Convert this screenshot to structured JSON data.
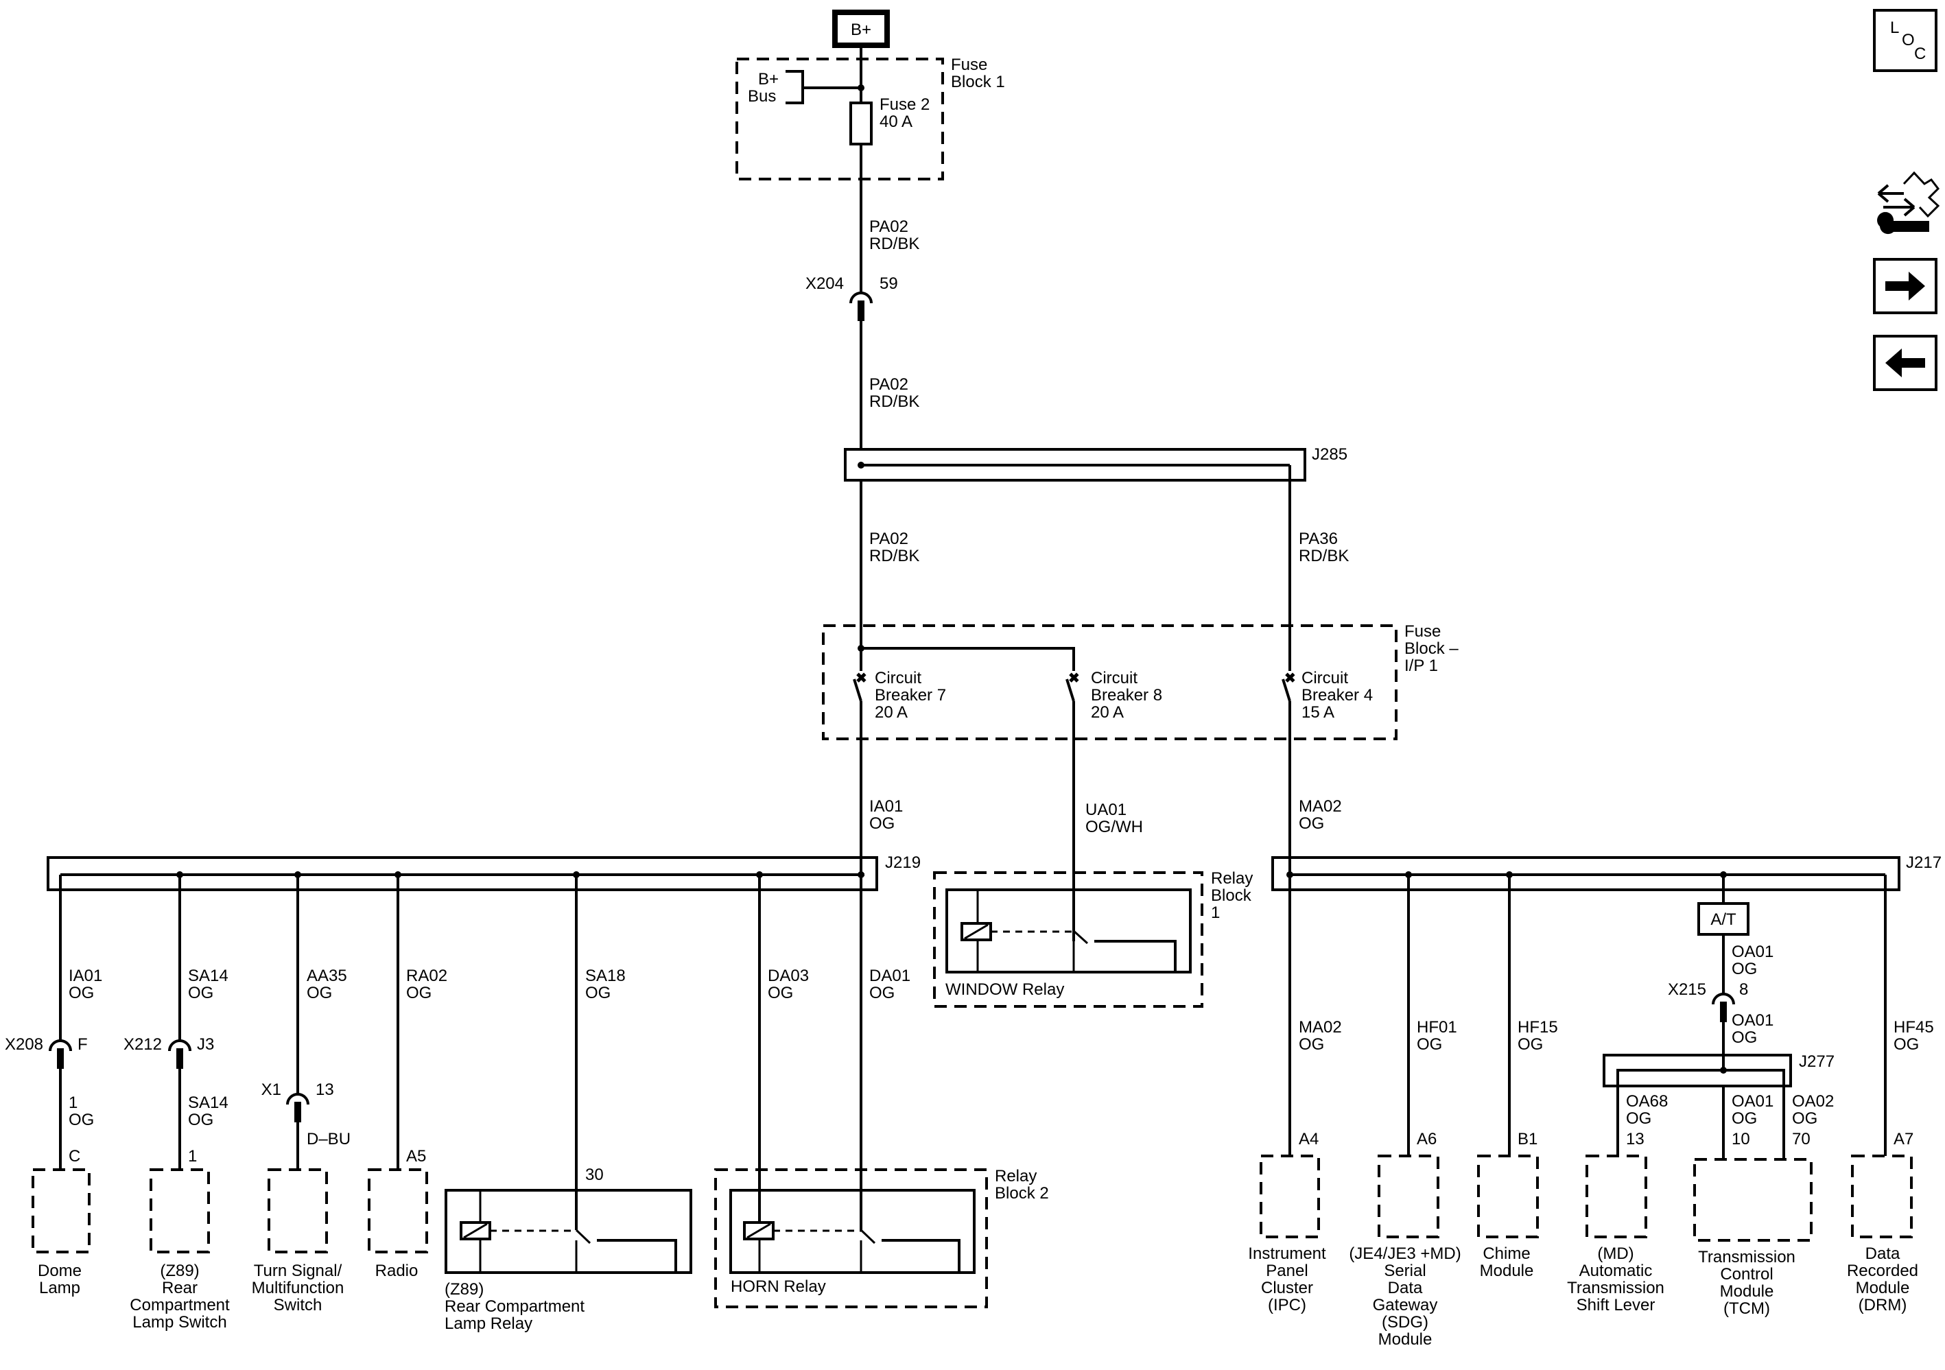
{
  "power": {
    "source": "B+",
    "bus_l1": "B+",
    "bus_l2": "Bus"
  },
  "fuse_block1": {
    "l1": "Fuse",
    "l2": "Block 1",
    "fuse_l1": "Fuse 2",
    "fuse_l2": "40 A"
  },
  "x204": {
    "name": "X204",
    "pin": "59"
  },
  "wire_pa02_a": {
    "id": "PA02",
    "color": "RD/BK"
  },
  "wire_pa02_b": {
    "id": "PA02",
    "color": "RD/BK"
  },
  "wire_pa02_c": {
    "id": "PA02",
    "color": "RD/BK"
  },
  "wire_pa36": {
    "id": "PA36",
    "color": "RD/BK"
  },
  "j285": "J285",
  "fuse_block_ip": {
    "l1": "Fuse",
    "l2": "Block –",
    "l3": "I/P 1"
  },
  "cb7": {
    "l1": "Circuit",
    "l2": "Breaker 7",
    "l3": "20 A"
  },
  "cb8": {
    "l1": "Circuit",
    "l2": "Breaker 8",
    "l3": "20 A"
  },
  "cb4": {
    "l1": "Circuit",
    "l2": "Breaker 4",
    "l3": "15 A"
  },
  "wire_ia01_top": {
    "id": "IA01",
    "color": "OG"
  },
  "wire_ua01": {
    "id": "UA01",
    "color": "OG/WH"
  },
  "wire_ma02_top": {
    "id": "MA02",
    "color": "OG"
  },
  "j219": "J219",
  "j217": "J217",
  "j277": "J277",
  "relay_block1": {
    "l1": "Relay",
    "l2": "Block",
    "l3": "1"
  },
  "window_relay": "WINDOW Relay",
  "relay_block2": {
    "l1": "Relay",
    "l2": "Block 2"
  },
  "horn_relay": "HORN Relay",
  "left_branches": {
    "dome": {
      "wire": "IA01",
      "color": "OG",
      "connector": "X208",
      "pin": "F",
      "wire2": "1",
      "color2": "OG",
      "term": "C",
      "name_l1": "Dome",
      "name_l2": "Lamp"
    },
    "rear_switch": {
      "wire": "SA14",
      "color": "OG",
      "connector": "X212",
      "pin": "J3",
      "wire2": "SA14",
      "color2": "OG",
      "term": "1",
      "name_l1": "(Z89)",
      "name_l2": "Rear",
      "name_l3": "Compartment",
      "name_l4": "Lamp Switch"
    },
    "turn_signal": {
      "wire": "AA35",
      "color": "OG",
      "connector": "X1",
      "pin": "13",
      "color2": "D–BU",
      "name_l1": "Turn Signal/",
      "name_l2": "Multifunction",
      "name_l3": "Switch"
    },
    "radio": {
      "wire": "RA02",
      "color": "OG",
      "term": "A5",
      "name": "Radio"
    },
    "rear_relay": {
      "wire": "SA18",
      "color": "OG",
      "term": "30",
      "name_l1": "(Z89)",
      "name_l2": "Rear Compartment",
      "name_l3": "Lamp Relay"
    },
    "da03": {
      "wire": "DA03",
      "color": "OG"
    },
    "da01": {
      "wire": "DA01",
      "color": "OG"
    }
  },
  "right_branches": {
    "ipc": {
      "wire": "MA02",
      "color": "OG",
      "term": "A4",
      "name_l1": "Instrument",
      "name_l2": "Panel",
      "name_l3": "Cluster",
      "name_l4": "(IPC)"
    },
    "sdg": {
      "wire": "HF01",
      "color": "OG",
      "term": "A6",
      "name_l1": "(JE4/JE3 +MD)",
      "name_l2": "Serial",
      "name_l3": "Data",
      "name_l4": "Gateway",
      "name_l5": "(SDG)",
      "name_l6": "Module"
    },
    "chime": {
      "wire": "HF15",
      "color": "OG",
      "term": "B1",
      "name_l1": "Chime",
      "name_l2": "Module"
    },
    "at_label": "A/T",
    "x215": {
      "wire": "OA01",
      "color": "OG",
      "connector": "X215",
      "pin": "8",
      "wire2": "OA01",
      "color2": "OG"
    },
    "shift": {
      "wire": "OA68",
      "color": "OG",
      "term": "13",
      "name_l1": "(MD)",
      "name_l2": "Automatic",
      "name_l3": "Transmission",
      "name_l4": "Shift Lever"
    },
    "tcm": {
      "wire_a": "OA01",
      "color_a": "OG",
      "term_a": "10",
      "wire_b": "OA02",
      "color_b": "OG",
      "term_b": "70",
      "name_l1": "Transmission",
      "name_l2": "Control",
      "name_l3": "Module",
      "name_l4": "(TCM)"
    },
    "drm": {
      "wire": "HF45",
      "color": "OG",
      "term": "A7",
      "name_l1": "Data",
      "name_l2": "Recorded",
      "name_l3": "Module",
      "name_l4": "(DRM)"
    }
  },
  "nav": {
    "loc_l": "L",
    "loc_o": "O",
    "loc_c": "C",
    "icons": [
      "connector-tool-icon",
      "arrow-right-icon",
      "arrow-left-icon"
    ]
  }
}
